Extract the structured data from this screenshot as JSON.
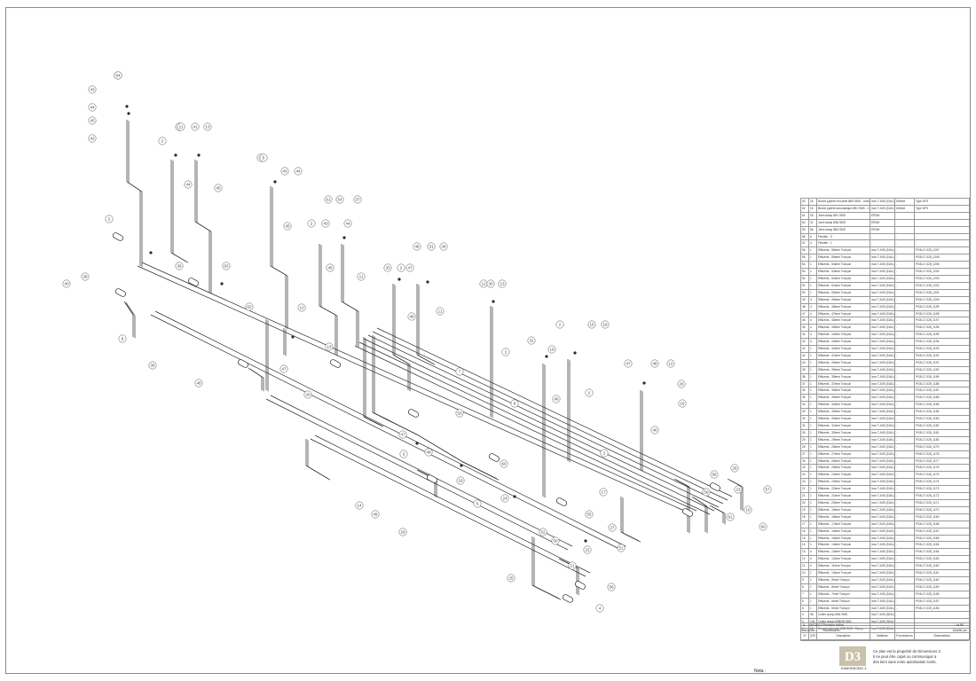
{
  "nomenclature": {
    "header": {
      "no": "N°",
      "qte": "QTE",
      "description": "Description",
      "materiau": "Matériau",
      "fournisseur": "Fournisseurs",
      "observations": "Observations"
    },
    "rows": [
      {
        "no": "63",
        "qte": "16",
        "desc": "Bonne jupière recourbé Ø63 SMS - Union/Clamp",
        "mat": "Inox T-AISI (316L)",
        "four": "Defiree",
        "obs": "Type DFS"
      },
      {
        "no": "62",
        "qte": "16",
        "desc": "Bonne jupière automatique Ø51 SMS - Clamp - Fil",
        "mat": "Inox T-AISI (316L)",
        "four": "Defiree",
        "obs": "Type DFS"
      },
      {
        "no": "61",
        "qte": "26",
        "desc": "Joint clamp Ø51 SMS",
        "mat": "EPDM",
        "four": "",
        "obs": ""
      },
      {
        "no": "60",
        "qte": "31",
        "desc": "Joint clamp Ø38 SMS",
        "mat": "EPDM",
        "four": "",
        "obs": ""
      },
      {
        "no": "59",
        "qte": "66",
        "desc": "Joint clamp Ø63 SMS",
        "mat": "EPDM",
        "four": "",
        "obs": ""
      },
      {
        "no": "58",
        "qte": "6",
        "desc": "Flexible - 3",
        "mat": "-",
        "four": "-",
        "obs": "-"
      },
      {
        "no": "57",
        "qte": "4",
        "desc": "Flexible - 1",
        "mat": "-",
        "four": "-",
        "obs": "-"
      },
      {
        "no": "56",
        "qte": "1",
        "desc": "Effluents - 56ème Tronçon",
        "mat": "Inox T-AISI (316L)",
        "four": "-",
        "obs": "PGB-17-028_1207"
      },
      {
        "no": "55",
        "qte": "1",
        "desc": "Effluents - 55ème Tronçon",
        "mat": "Inox T-AISI (316L)",
        "four": "-",
        "obs": "PGB-17-028_1206"
      },
      {
        "no": "54",
        "qte": "1",
        "desc": "Effluents - 54ème Tronçon",
        "mat": "Inox T-AISI (316L)",
        "four": "-",
        "obs": "PGB-17-028_1205"
      },
      {
        "no": "53",
        "qte": "1",
        "desc": "Effluents - 53ème Tronçon",
        "mat": "Inox T-AISI (316L)",
        "four": "-",
        "obs": "PGB-17-028_1204"
      },
      {
        "no": "52",
        "qte": "1",
        "desc": "Effluents - 52ème Tronçon",
        "mat": "Inox T-AISI (316L)",
        "four": "-",
        "obs": "PGB-17-028_1203"
      },
      {
        "no": "51",
        "qte": "1",
        "desc": "Effluents - 51ème Tronçon",
        "mat": "Inox T-AISI (316L)",
        "four": "-",
        "obs": "PGB-17-028_1202"
      },
      {
        "no": "50",
        "qte": "1",
        "desc": "Effluents - 50ème Tronçon",
        "mat": "Inox T-AISI (316L)",
        "four": "-",
        "obs": "PGB-17-028_1201"
      },
      {
        "no": "49",
        "qte": "4",
        "desc": "Effluents - 49ème Tronçon",
        "mat": "Inox T-AISI (316L)",
        "four": "-",
        "obs": "PGB-17-028_1200"
      },
      {
        "no": "48",
        "qte": "4",
        "desc": "Effluents - 48ème Tronçon",
        "mat": "Inox T-AISI (316L)",
        "four": "-",
        "obs": "PGB-17-028_1199"
      },
      {
        "no": "47",
        "qte": "4",
        "desc": "Effluents - 47ème Tronçon",
        "mat": "Inox T-AISI (316L)",
        "four": "-",
        "obs": "PGB-17-028_1198"
      },
      {
        "no": "46",
        "qte": "4",
        "desc": "Effluents - 46ème Tronçon",
        "mat": "Inox T-AISI (316L)",
        "four": "-",
        "obs": "PGB-17-028_1197"
      },
      {
        "no": "45",
        "qte": "4",
        "desc": "Effluents - 45ème Tronçon",
        "mat": "Inox T-AISI (316L)",
        "four": "-",
        "obs": "PGB-17-028_1196"
      },
      {
        "no": "44",
        "qte": "4",
        "desc": "Effluents - 44ème Tronçon",
        "mat": "Inox T-AISI (316L)",
        "four": "-",
        "obs": "PGB-17-028_1195"
      },
      {
        "no": "43",
        "qte": "4",
        "desc": "Effluents - 43ème Tronçon",
        "mat": "Inox T-AISI (316L)",
        "four": "-",
        "obs": "PGB-17-028_1194"
      },
      {
        "no": "42",
        "qte": "1",
        "desc": "Effluents - 42ème Tronçon",
        "mat": "Inox T-AISI (316L)",
        "four": "-",
        "obs": "PGB-17-028_1193"
      },
      {
        "no": "41",
        "qte": "1",
        "desc": "Effluents - 41ème Tronçon",
        "mat": "Inox T-AISI (316L)",
        "four": "-",
        "obs": "PGB-17-028_1192"
      },
      {
        "no": "40",
        "qte": "1",
        "desc": "Effluents - 40ème Tronçon",
        "mat": "Inox T-AISI (316L)",
        "four": "-",
        "obs": "PGB-17-028_1191"
      },
      {
        "no": "39",
        "qte": "1",
        "desc": "Effluents - 39ème Tronçon",
        "mat": "Inox T-AISI (316L)",
        "four": "-",
        "obs": "PGB-17-028_1190"
      },
      {
        "no": "38",
        "qte": "1",
        "desc": "Effluents - 38ème Tronçon",
        "mat": "Inox T-AISI (316L)",
        "four": "-",
        "obs": "PGB-17-028_1189"
      },
      {
        "no": "37",
        "qte": "1",
        "desc": "Effluents - 37ème Tronçon",
        "mat": "Inox T-AISI (316L)",
        "four": "-",
        "obs": "PGB-17-028_1188"
      },
      {
        "no": "36",
        "qte": "1",
        "desc": "Effluents - 36ème Tronçon",
        "mat": "Inox T-AISI (316L)",
        "four": "-",
        "obs": "PGB-17-028_1187"
      },
      {
        "no": "35",
        "qte": "1",
        "desc": "Effluents - 35ème Tronçon",
        "mat": "Inox T-AISI (316L)",
        "four": "-",
        "obs": "PGB-17-028_1186"
      },
      {
        "no": "34",
        "qte": "1",
        "desc": "Effluents - 34ème Tronçon",
        "mat": "Inox T-AISI (316L)",
        "four": "-",
        "obs": "PGB-17-028_1185"
      },
      {
        "no": "33",
        "qte": "1",
        "desc": "Effluents - 33ème Tronçon",
        "mat": "Inox T-AISI (316L)",
        "four": "-",
        "obs": "PGB-17-028_1184"
      },
      {
        "no": "32",
        "qte": "1",
        "desc": "Effluents - 32ème Tronçon",
        "mat": "Inox T-AISI (316L)",
        "four": "-",
        "obs": "PGB-17-028_1183"
      },
      {
        "no": "31",
        "qte": "1",
        "desc": "Effluents - 31ème Tronçon",
        "mat": "Inox T-AISI (316L)",
        "four": "-",
        "obs": "PGB-17-028_1182"
      },
      {
        "no": "30",
        "qte": "1",
        "desc": "Effluents - 30ème Tronçon",
        "mat": "Inox T-AISI (316L)",
        "four": "-",
        "obs": "PGB-17-028_1181"
      },
      {
        "no": "29",
        "qte": "1",
        "desc": "Effluents - 29ème Tronçon",
        "mat": "Inox T-AISI (316L)",
        "four": "-",
        "obs": "PGB-17-028_1180"
      },
      {
        "no": "28",
        "qte": "1",
        "desc": "Effluents - 28ème Tronçon",
        "mat": "Inox T-AISI (316L)",
        "four": "-",
        "obs": "PGB-17-028_1179"
      },
      {
        "no": "27",
        "qte": "1",
        "desc": "Effluents - 27ème Tronçon",
        "mat": "Inox T-AISI (316L)",
        "four": "-",
        "obs": "PGB-17-028_1178"
      },
      {
        "no": "26",
        "qte": "1",
        "desc": "Effluents - 26ème Tronçon",
        "mat": "Inox T-AISI (316L)",
        "four": "-",
        "obs": "PGB-17-028_1177"
      },
      {
        "no": "25",
        "qte": "1",
        "desc": "Effluents - 25ème Tronçon",
        "mat": "Inox T-AISI (316L)",
        "four": "-",
        "obs": "PGB-17-028_1176"
      },
      {
        "no": "24",
        "qte": "1",
        "desc": "Effluents - 24ème Tronçon",
        "mat": "Inox T-AISI (316L)",
        "four": "-",
        "obs": "PGB-17-028_1175"
      },
      {
        "no": "23",
        "qte": "1",
        "desc": "Effluents - 23ème Tronçon",
        "mat": "Inox T-AISI (316L)",
        "four": "-",
        "obs": "PGB-17-028_1174"
      },
      {
        "no": "22",
        "qte": "1",
        "desc": "Effluents - 22ème Tronçon",
        "mat": "Inox T-AISI (316L)",
        "four": "-",
        "obs": "PGB-17-028_1173"
      },
      {
        "no": "21",
        "qte": "1",
        "desc": "Effluents - 21ème Tronçon",
        "mat": "Inox T-AISI (316L)",
        "four": "-",
        "obs": "PGB-17-028_1172"
      },
      {
        "no": "20",
        "qte": "1",
        "desc": "Effluents - 20ème Tronçon",
        "mat": "Inox T-AISI (316L)",
        "four": "-",
        "obs": "PGB-17-028_1171"
      },
      {
        "no": "19",
        "qte": "1",
        "desc": "Effluents - 19ème Tronçon",
        "mat": "Inox T-AISI (316L)",
        "four": "-",
        "obs": "PGB-17-028_1170"
      },
      {
        "no": "18",
        "qte": "1",
        "desc": "Effluents - 18ème Tronçon",
        "mat": "Inox T-AISI (316L)",
        "four": "-",
        "obs": "PGB-17-028_1169"
      },
      {
        "no": "17",
        "qte": "1",
        "desc": "Effluents - 17ème Tronçon",
        "mat": "Inox T-AISI (316L)",
        "four": "-",
        "obs": "PGB-17-028_1168"
      },
      {
        "no": "16",
        "qte": "1",
        "desc": "Effluents - 16ème Tronçon",
        "mat": "Inox T-AISI (316L)",
        "four": "-",
        "obs": "PGB-17-028_1167"
      },
      {
        "no": "15",
        "qte": "1",
        "desc": "Effluents - 15ème Tronçon",
        "mat": "Inox T-AISI (316L)",
        "four": "-",
        "obs": "PGB-17-028_1166"
      },
      {
        "no": "14",
        "qte": "1",
        "desc": "Effluents - 14ème Tronçon",
        "mat": "Inox T-AISI (316L)",
        "four": "-",
        "obs": "PGB-17-028_1165"
      },
      {
        "no": "13",
        "qte": "4",
        "desc": "Effluents - 13ème Tronçon",
        "mat": "Inox T-AISI (316L)",
        "four": "-",
        "obs": "PGB-17-028_1164"
      },
      {
        "no": "12",
        "qte": "4",
        "desc": "Effluents - 12ème Tronçon",
        "mat": "Inox T-AISI (316L)",
        "four": "-",
        "obs": "PGB-17-028_1163"
      },
      {
        "no": "11",
        "qte": "4",
        "desc": "Effluents - 11ème Tronçon",
        "mat": "Inox T-AISI (316L)",
        "four": "-",
        "obs": "PGB-17-028_1162"
      },
      {
        "no": "10",
        "qte": "1",
        "desc": "Effluents - 10ème Tronçon",
        "mat": "Inox T-AISI (316L)",
        "four": "-",
        "obs": "PGB-17-028_1161"
      },
      {
        "no": "9",
        "qte": "1",
        "desc": "Effluents - 9ème Tronçon",
        "mat": "Inox T-AISI (316L)",
        "four": "-",
        "obs": "PGB-17-028_1160"
      },
      {
        "no": "8",
        "qte": "1",
        "desc": "Effluents - 8ème Tronçon",
        "mat": "Inox T-AISI (316L)",
        "four": "-",
        "obs": "PGB-17-028_1159"
      },
      {
        "no": "7",
        "qte": "1",
        "desc": "Effluents - 7ème Tronçon",
        "mat": "Inox T-AISI (316L)",
        "four": "-",
        "obs": "PGB-17-028_1158"
      },
      {
        "no": "6",
        "qte": "1",
        "desc": "Effluents - 6ème Tronçon",
        "mat": "Inox T-AISI (316L)",
        "four": "-",
        "obs": "PGB-17-028_1157"
      },
      {
        "no": "5",
        "qte": "1",
        "desc": "Effluents - 5ème Tronçon",
        "mat": "Inox T-AISI (316L)",
        "four": "-",
        "obs": "PGB-17-028_1156"
      },
      {
        "no": "4",
        "qte": "36",
        "desc": "Collier clamp Ø63 SMS",
        "mat": "Inox T-AISI (304L)",
        "four": "",
        "obs": ""
      },
      {
        "no": "3",
        "qte": "134",
        "desc": "Collier clamp Ø38/38 SMS",
        "mat": "Inox T-AISI (304L)",
        "four": "",
        "obs": ""
      },
      {
        "no": "2",
        "qte": "12",
        "desc": "Coquel extrémité Ø38 SMS - Clamp",
        "mat": "Inox T-AISI (304L)",
        "four": "",
        "obs": ""
      }
    ]
  },
  "revisions": {
    "row": {
      "indice": "A",
      "date": "06/03/2017",
      "modif": "Première édition",
      "par": "Jul.BE"
    },
    "header": {
      "indice": "Indice",
      "date": "Date",
      "modif": "Modifications",
      "par": "Modifié par"
    }
  },
  "cartouche": {
    "logo_text": "DIMENSIONS 3",
    "copyright": [
      "Ce plan est la propriété de Dimensions 3.",
      "Il ne peut être copié ou communiqué à",
      "des tiers sans notre autorisation écrite."
    ]
  },
  "nota": "Nota :",
  "drawing": {
    "line_color": "#2b2b2b",
    "callouts": [
      "2",
      "43",
      "44",
      "45",
      "42",
      "2",
      "43",
      "44",
      "45",
      "11",
      "41",
      "13",
      "39",
      "43",
      "44",
      "45",
      "2",
      "36",
      "63",
      "40",
      "38",
      "9",
      "35",
      "62",
      "5",
      "61",
      "54",
      "37",
      "2",
      "43",
      "44",
      "45",
      "11",
      "12",
      "13",
      "33",
      "31",
      "34",
      "46",
      "2",
      "47",
      "48",
      "11",
      "12",
      "13",
      "30",
      "2",
      "47",
      "48",
      "20",
      "32",
      "7",
      "8",
      "53",
      "2",
      "19",
      "15",
      "18",
      "46",
      "2",
      "47",
      "48",
      "12",
      "26",
      "16",
      "46",
      "2",
      "47",
      "48",
      "3",
      "19",
      "24",
      "14",
      "49",
      "29",
      "6",
      "60",
      "27",
      "17",
      "52",
      "55",
      "51",
      "50",
      "25",
      "21",
      "22",
      "4",
      "56",
      "23",
      "10",
      "57",
      "28",
      "58",
      "59",
      "61",
      "60",
      "64"
    ]
  }
}
